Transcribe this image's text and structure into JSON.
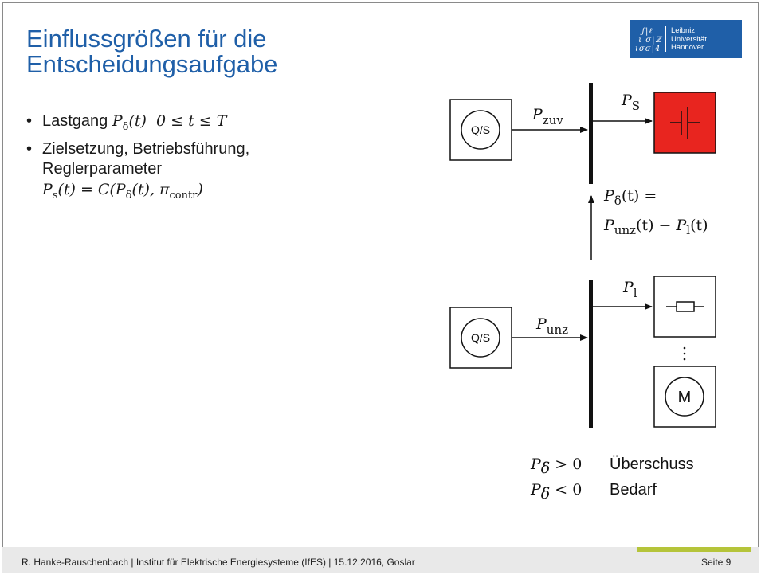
{
  "title": "Einflussgrößen für die Entscheidungsaufgabe",
  "logo": {
    "line1": "Leibniz",
    "line2": "Universität",
    "line3": "Hannover",
    "symbol": "ƒ|ℓ ι σ|ℤ ισσ|4"
  },
  "bullets": [
    {
      "text": "Lastgang",
      "math": "Pδ(t)  0 ≤ t ≤ T"
    },
    {
      "text": "Zielsetzung, Betriebsführung, Reglerparameter",
      "formula": "Ps(t) = C(Pδ(t), πcontr)"
    }
  ],
  "diagram": {
    "source_box": "Q/S",
    "load_box_symbol": "resistor",
    "motor_box": "M",
    "labels": {
      "P_zuv": "zuv",
      "P_S": "S",
      "P_unz": "unz",
      "P_l": "l",
      "P_delta_eq1": "P",
      "P_delta_eq2": "unz"
    }
  },
  "legend": [
    {
      "symbol": "Pδ > 0",
      "text": "Überschuss"
    },
    {
      "symbol": "Pδ < 0",
      "text": "Bedarf"
    }
  ],
  "colors": {
    "title": "#1f5fa8",
    "storage_box": "#e8251f",
    "footer_accent": "#b5c43a"
  },
  "footer": {
    "text": "R. Hanke-Rauschenbach | Institut für Elektrische Energiesysteme (IfES) | 15.12.2016, Goslar",
    "page": "Seite 9"
  }
}
